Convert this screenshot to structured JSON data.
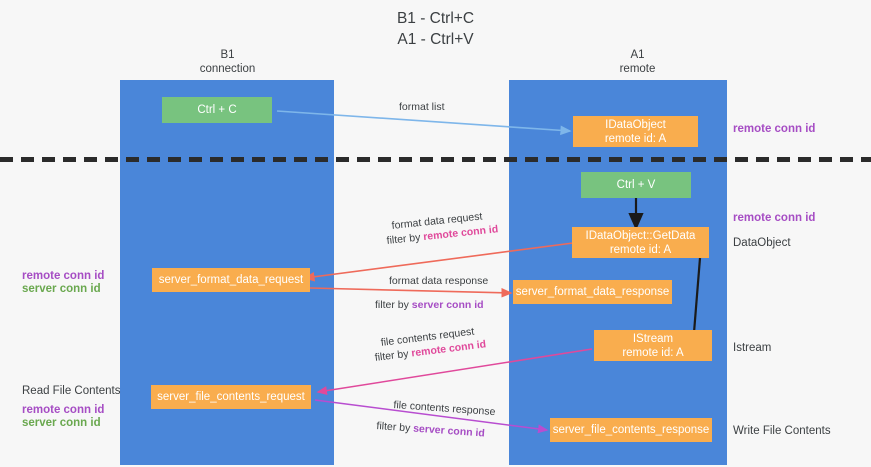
{
  "title": {
    "line1": "B1 - Ctrl+C",
    "line2": "A1 - Ctrl+V"
  },
  "lanes": [
    {
      "id": "b1",
      "name": "B1",
      "role": "connection"
    },
    {
      "id": "a1",
      "name": "A1",
      "role": "remote"
    }
  ],
  "boxes": {
    "ctrl_c": "Ctrl + C",
    "ctrl_v": "Ctrl + V",
    "idataobject_l1": "IDataObject",
    "idataobject_l2": "remote id: A",
    "getdata_l1": "IDataObject::GetData",
    "getdata_l2": "remote id: A",
    "istream_l1": "IStream",
    "istream_l2": "remote id: A",
    "server_format_data_request": "server_format_data_request",
    "server_format_data_response": "server_format_data_response",
    "server_file_contents_request": "server_file_contents_request",
    "server_file_contents_response": "server_file_contents_response"
  },
  "edges": {
    "format_list": "format list",
    "format_data_request": "format data request",
    "format_data_request_filter_prefix": "filter by ",
    "format_data_request_filter_value": "remote conn id",
    "format_data_response": "format data response",
    "format_data_response_filter_prefix": "filter by ",
    "format_data_response_filter_value": "server conn id",
    "file_contents_request": "file contents request",
    "file_contents_request_filter_prefix": "filter by ",
    "file_contents_request_filter_value": "remote conn id",
    "file_contents_response": "file contents response",
    "file_contents_response_filter_prefix": "filter by ",
    "file_contents_response_filter_value": "server conn id"
  },
  "annotations": {
    "right_remote_conn_id_top": "remote conn id",
    "right_remote_conn_id_mid": "remote conn id",
    "right_dataobject": "DataObject",
    "right_istream": "Istream",
    "right_write_file_contents": "Write File Contents",
    "left_remote_conn_id_mid": "remote conn id",
    "left_server_conn_id_mid": "server conn id",
    "left_read_file_contents": "Read File Contents",
    "left_remote_conn_id_bottom": "remote conn id",
    "left_server_conn_id_bottom": "server conn id"
  },
  "colors": {
    "lane": "#4a86d9",
    "box_green": "#78c37f",
    "box_orange": "#f9ad4e",
    "accent_purple": "#a64dc4",
    "accent_green": "#6aa84f",
    "accent_pink": "#e0499b",
    "accent_red": "#ef6a5a",
    "accent_blue": "#7eb6ea",
    "background": "#f7f7f7"
  }
}
